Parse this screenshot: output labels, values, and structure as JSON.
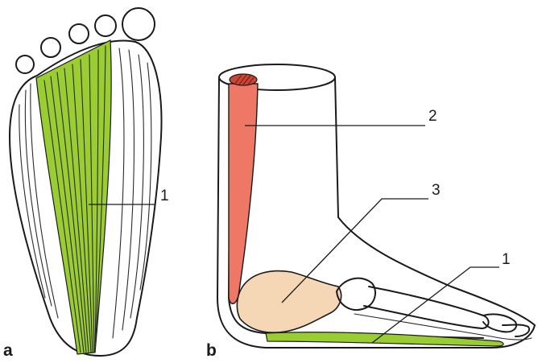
{
  "panels": {
    "a": {
      "label": "a",
      "callouts": [
        "1"
      ]
    },
    "b": {
      "label": "b",
      "callouts": [
        "2",
        "3",
        "1"
      ]
    }
  },
  "colors": {
    "plantar_fascia": "#9acd32",
    "tendon": "#ee7766",
    "tendon_section": "#cc4433",
    "calcaneus": "#f6d7b5",
    "outline": "#1a1a1a"
  },
  "icons": {
    "foot_sole": "plantar-foot-drawing",
    "foot_side": "lateral-foot-cast-drawing"
  }
}
